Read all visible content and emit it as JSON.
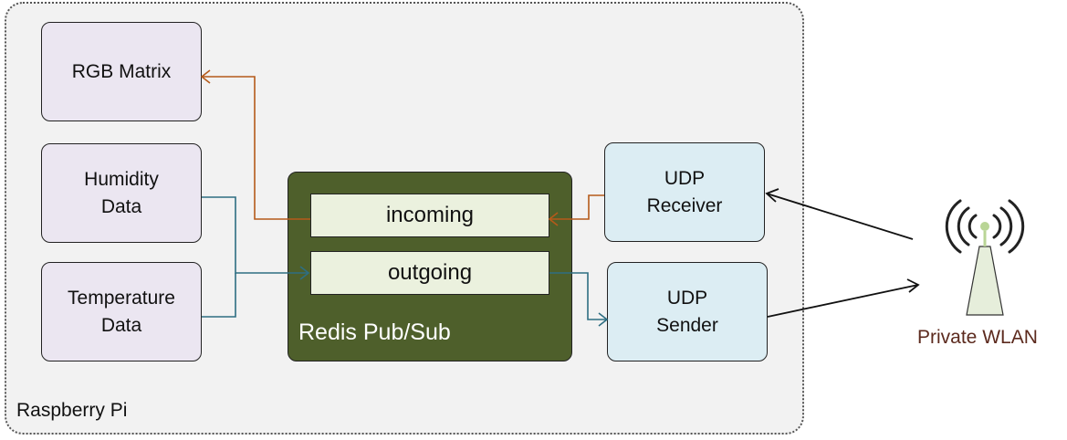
{
  "colors": {
    "outgoing_flow": "#2e6e82",
    "incoming_flow": "#b55a1a",
    "redis_fill": "#4e5f2b",
    "sensor_fill": "#ebe6f1",
    "udp_fill": "#dcedf3",
    "channel_fill": "#ebf1de",
    "antenna_icon": "#e6eedb"
  },
  "container": {
    "label": "Raspberry Pi"
  },
  "nodes": {
    "rgb_matrix": "RGB Matrix",
    "humidity": {
      "line1": "Humidity",
      "line2": "Data"
    },
    "temperature": {
      "line1": "Temperature",
      "line2": "Data"
    },
    "udp_receiver": {
      "line1": "UDP",
      "line2": "Receiver"
    },
    "udp_sender": {
      "line1": "UDP",
      "line2": "Sender"
    }
  },
  "redis": {
    "label": "Redis Pub/Sub",
    "channels": {
      "incoming": "incoming",
      "outgoing": "outgoing"
    }
  },
  "network": {
    "label": "Private WLAN",
    "icon": "wireless-antenna-icon"
  }
}
